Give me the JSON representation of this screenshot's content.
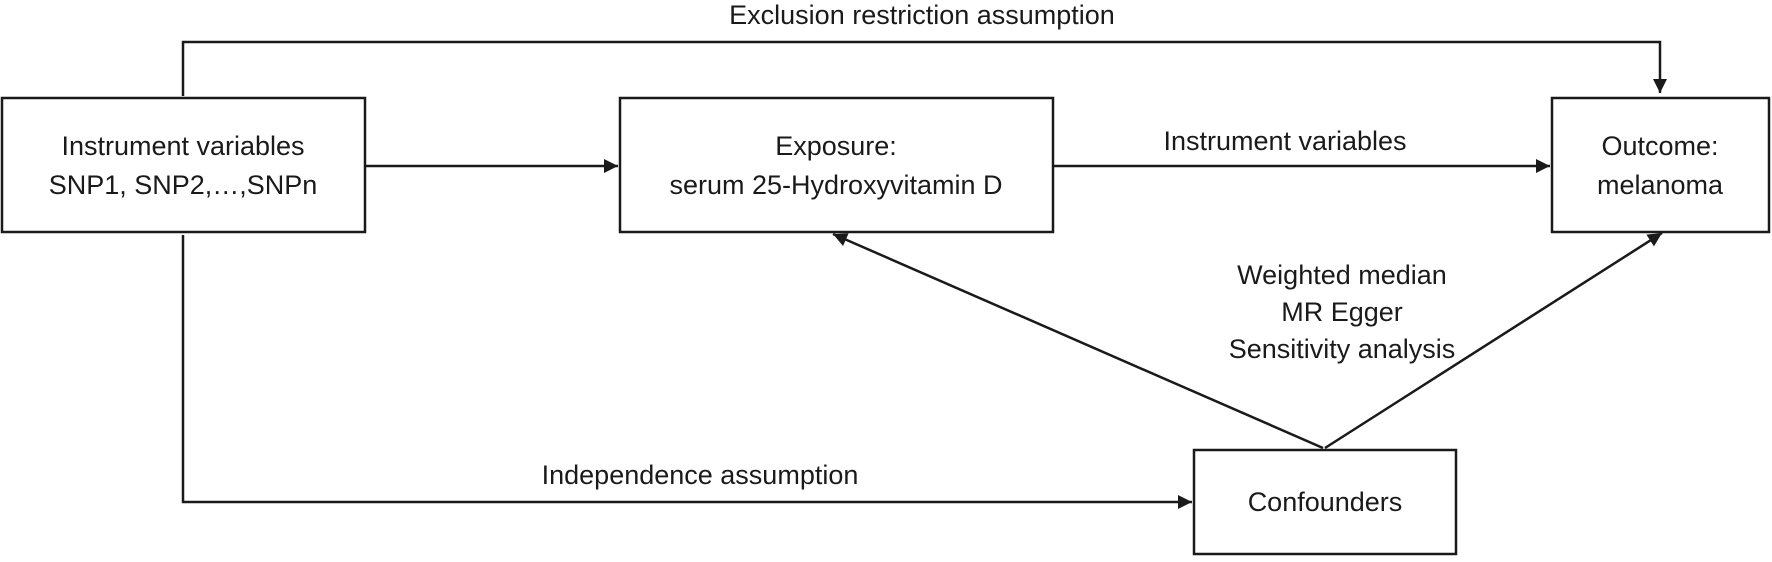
{
  "diagram": {
    "nodes": {
      "instrument": {
        "line1": "Instrument variables",
        "line2": "SNP1, SNP2,…,SNPn"
      },
      "exposure": {
        "line1": "Exposure:",
        "line2": "serum 25-Hydroxyvitamin D"
      },
      "outcome": {
        "line1": "Outcome:",
        "line2": "melanoma"
      },
      "confounders": {
        "line1": "Confounders"
      }
    },
    "edges": {
      "exclusion_restriction": "Exclusion restriction assumption",
      "exposure_to_outcome": "Instrument variables",
      "independence": "Independence assumption"
    },
    "methods": [
      "Weighted median",
      "MR Egger",
      "Sensitivity analysis"
    ]
  }
}
